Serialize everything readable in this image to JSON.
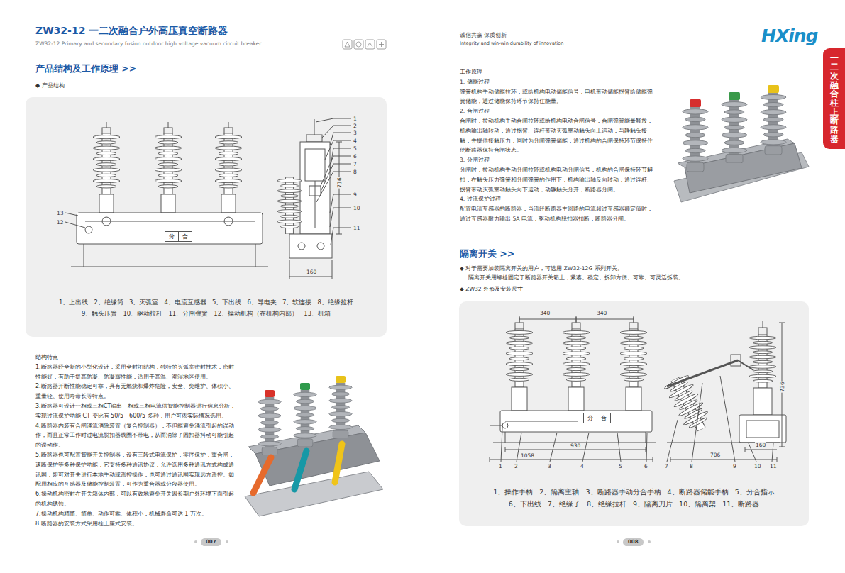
{
  "diagram": {
    "title": "ZW32-12 一二次融合户外高压真空断路器",
    "nodes": [
      {
        "text": [
          "1、上出线   2、绝缘筒   3、灭弧室   4、电流互感器   5、下出线   6、导电夹   7、软连接   8、绝缘拉杆",
          "9、触头压簧   10、驱动拉杆   11、分闸弹簧   12、操动机构（在机构内部）   13、机箱"
        ]
      },
      {
        "text": [
          "分",
          "合"
        ],
        "in": 0
      },
      {
        "text": [
          "1、操作手柄   2、隔离主轴   3、断路器手动分合手柄   4、断路器储能手柄   5、分合指示",
          "6、下出线   7、绝缘子   8、绝缘拉杆   9、隔离刀片   10、隔离架   11、断路器"
        ]
      },
      {
        "text": [
          "分",
          "合"
        ],
        "in": 2
      },
      {
        "text": [
          "一二次融合柱上断路器"
        ]
      },
      {
        "text": [
          "007"
        ]
      },
      {
        "text": [
          "008"
        ]
      }
    ],
    "labels": [
      "ZW32-12 Primary and secondary fusion outdoor high voltage vacuum circuit breaker",
      "产品结构及工作原理 >>",
      "◆ 产品结构",
      "13",
      "12",
      "1",
      "2",
      "3",
      "4",
      "5",
      "6",
      "7",
      "8",
      "9",
      "10",
      "11",
      "716",
      "160",
      "结构特点",
      "1.断路器经全新的小型化设计，采用全封闭结构，独特的灭弧室密封技术，密封性能好，有助于提高防凝、防凝露性能，适用于高温、潮湿地区使用。",
      "2.断路器开断性能稳定可靠，具有无燃烧和爆炸危险，安全、免维护、体积小、重量轻、使用寿命长等特点。",
      "3.断路器可设计一相或三相CT输出—相或三相电流供智能控制器进行信息分析，实现过流保护功能 CT 变比有 50/5—600/5 多种，用户可依实际情况选用。",
      "4.断路器内装有合闸涌流消除装置（复合控制器），不但能避免涌流引起的误动作，而且正常工作时过电流脱扣器线圈不带电，从而消除了因扣器抖动可能引起的误动作。",
      "5.断路器也可配置智能开关控制器，设有三段式电流保护，零序保护，重合闸，速断保护等多种保护功能；它支持多种通讯协议，允许选用多种通讯方式构成通讯网，即可对开关进行本地手动或遥控操作，也可通过通讯网实现远方遥控。如配用相应的互感器及储能控制装置，可作为重合器或分段器使用。",
      "6.操动机构密封在开关箱体内部，可以有效地避免开关因长期户外环境下面引起的机构锈蚀。",
      "7.操动机构精简、简单、动作可靠、体积小，机械寿命可达 1 万次。",
      "8.断路器的安装方式采用柱上座式安装。",
      "诚信共赢·保质创新",
      "Integrity and win-win durability of innovation",
      "HXing",
      "工作原理",
      "1. 储能过程",
      "弹簧机构手动储能拉环，或给机构电动储能信号，电机带动储能拐臂给储能弹簧储能，通过储能保持环节保持住能量。",
      "2. 合闸过程",
      "合闸时，拉动机构手动合闸拉环或给机构电动合闸信号，合闸弹簧能量释放，机构输出轴转动，通过拐臂、连杆带动灭弧室动触头向上运动，与静触头接触，并提供接触压力，同时为分闸弹簧储能，通过机构的合闸保持环节保持住使断路器保持合闸状态。",
      "3. 分闸过程",
      "分闸时，拉动机构手动分闸拉环或机构电动分闸信号，机构的合闸保持环节解扣，在触头压力弹簧和分闸弹簧的作用下，机构输出轴反向转动，通过连杆、拐臂带动灭弧室动触头向下运动，动静触头分开，断路器分闸。",
      "4. 过流保护过程",
      "配置电流互感器的断路器，当流经断路器主回路的电流超过互感器额定值时，通过互感器耐力输出 5A 电流，驱动机构脱扣器扣断，断路器分闸。",
      "隔离开关 >>",
      "◆ 对于需要加装隔离开关的用户，可选用 ZW32-12G 系列开关。",
      "隔离开关用螺栓固定于断路器开关箱上，紧凑、稳定、拆卸方便、可靠、可灵活拆装。",
      "◆ ZW32 外形及安装尺寸",
      "340",
      "340",
      "930",
      "1058",
      "706",
      "160",
      "736",
      "1",
      "2",
      "3",
      "4",
      "5",
      "6",
      "7",
      "8",
      "9",
      "10",
      "11"
    ]
  }
}
